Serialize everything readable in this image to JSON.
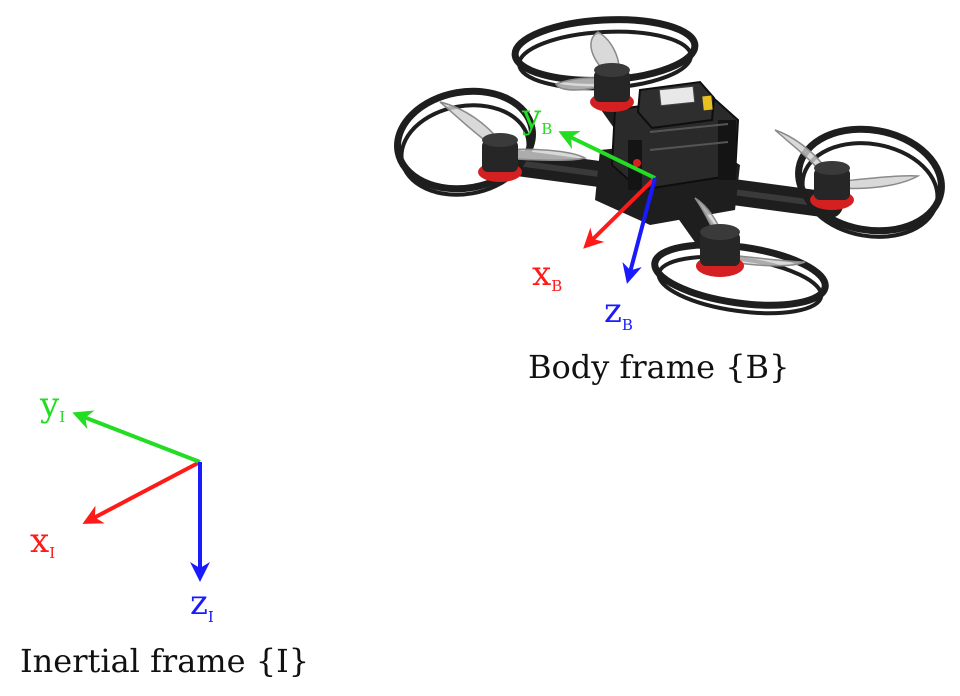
{
  "colors": {
    "x_axis": "#ff1a1a",
    "y_axis": "#22dd22",
    "z_axis": "#1a1aff",
    "drone_body": "#1e1e1e",
    "motor_ring": "#d42020",
    "propeller": "#cfcfcf",
    "caption_text": "#111111"
  },
  "body_frame": {
    "caption": "Body frame {B}",
    "x_label": "x",
    "x_sub": "B",
    "y_label": "y",
    "y_sub": "B",
    "z_label": "z",
    "z_sub": "B"
  },
  "inertial_frame": {
    "caption": "Inertial frame {I}",
    "x_label": "x",
    "x_sub": "I",
    "y_label": "y",
    "y_sub": "I",
    "z_label": "z",
    "z_sub": "I"
  },
  "illustration": {
    "subject": "quadcopter-drone",
    "icons": [
      "propeller-icon",
      "motor-icon",
      "prop-guard-icon",
      "flight-controller-icon"
    ]
  }
}
